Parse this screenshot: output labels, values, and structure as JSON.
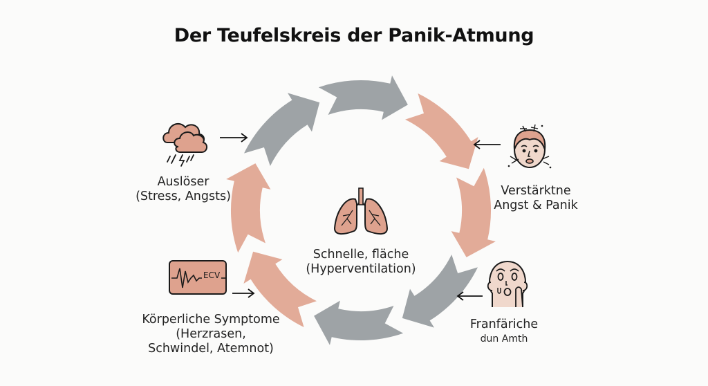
{
  "title": "Der Teufelskreis der Panik-Atmung",
  "colors": {
    "gray_arrow": "#9ea3a6",
    "salmon_arrow": "#e2ab98",
    "icon_fill": "#dea28e",
    "face_fill": "#f0d8cc",
    "outline": "#1a1a1a"
  },
  "cycle": {
    "direction": "clockwise",
    "segments": [
      {
        "color": "gray"
      },
      {
        "color": "salmon"
      },
      {
        "color": "salmon"
      },
      {
        "color": "gray"
      },
      {
        "color": "gray"
      },
      {
        "color": "salmon"
      },
      {
        "color": "salmon"
      },
      {
        "color": "gray"
      }
    ]
  },
  "center": {
    "icon": "lungs-icon",
    "line1": "Schnelle, fläche",
    "line2": "(Hyperventilation)"
  },
  "nodes": {
    "trigger": {
      "icon": "storm-cloud-icon",
      "line1": "Auslöser",
      "line2": "(Stress, Angsts)"
    },
    "fear": {
      "icon": "anxious-face-icon",
      "line1": "Verstärktne",
      "line2": "Angst & Panik"
    },
    "symptoms": {
      "icon": "ecg-monitor-icon",
      "icon_text": "ECV",
      "line1": "Körperliche Symptome",
      "line2": "(Herzrasen,",
      "line3": "Schwindel, Atemnot)"
    },
    "breath": {
      "icon": "shocked-face-icon",
      "line1": "Franfäriche",
      "line2": "dun Amth"
    }
  }
}
